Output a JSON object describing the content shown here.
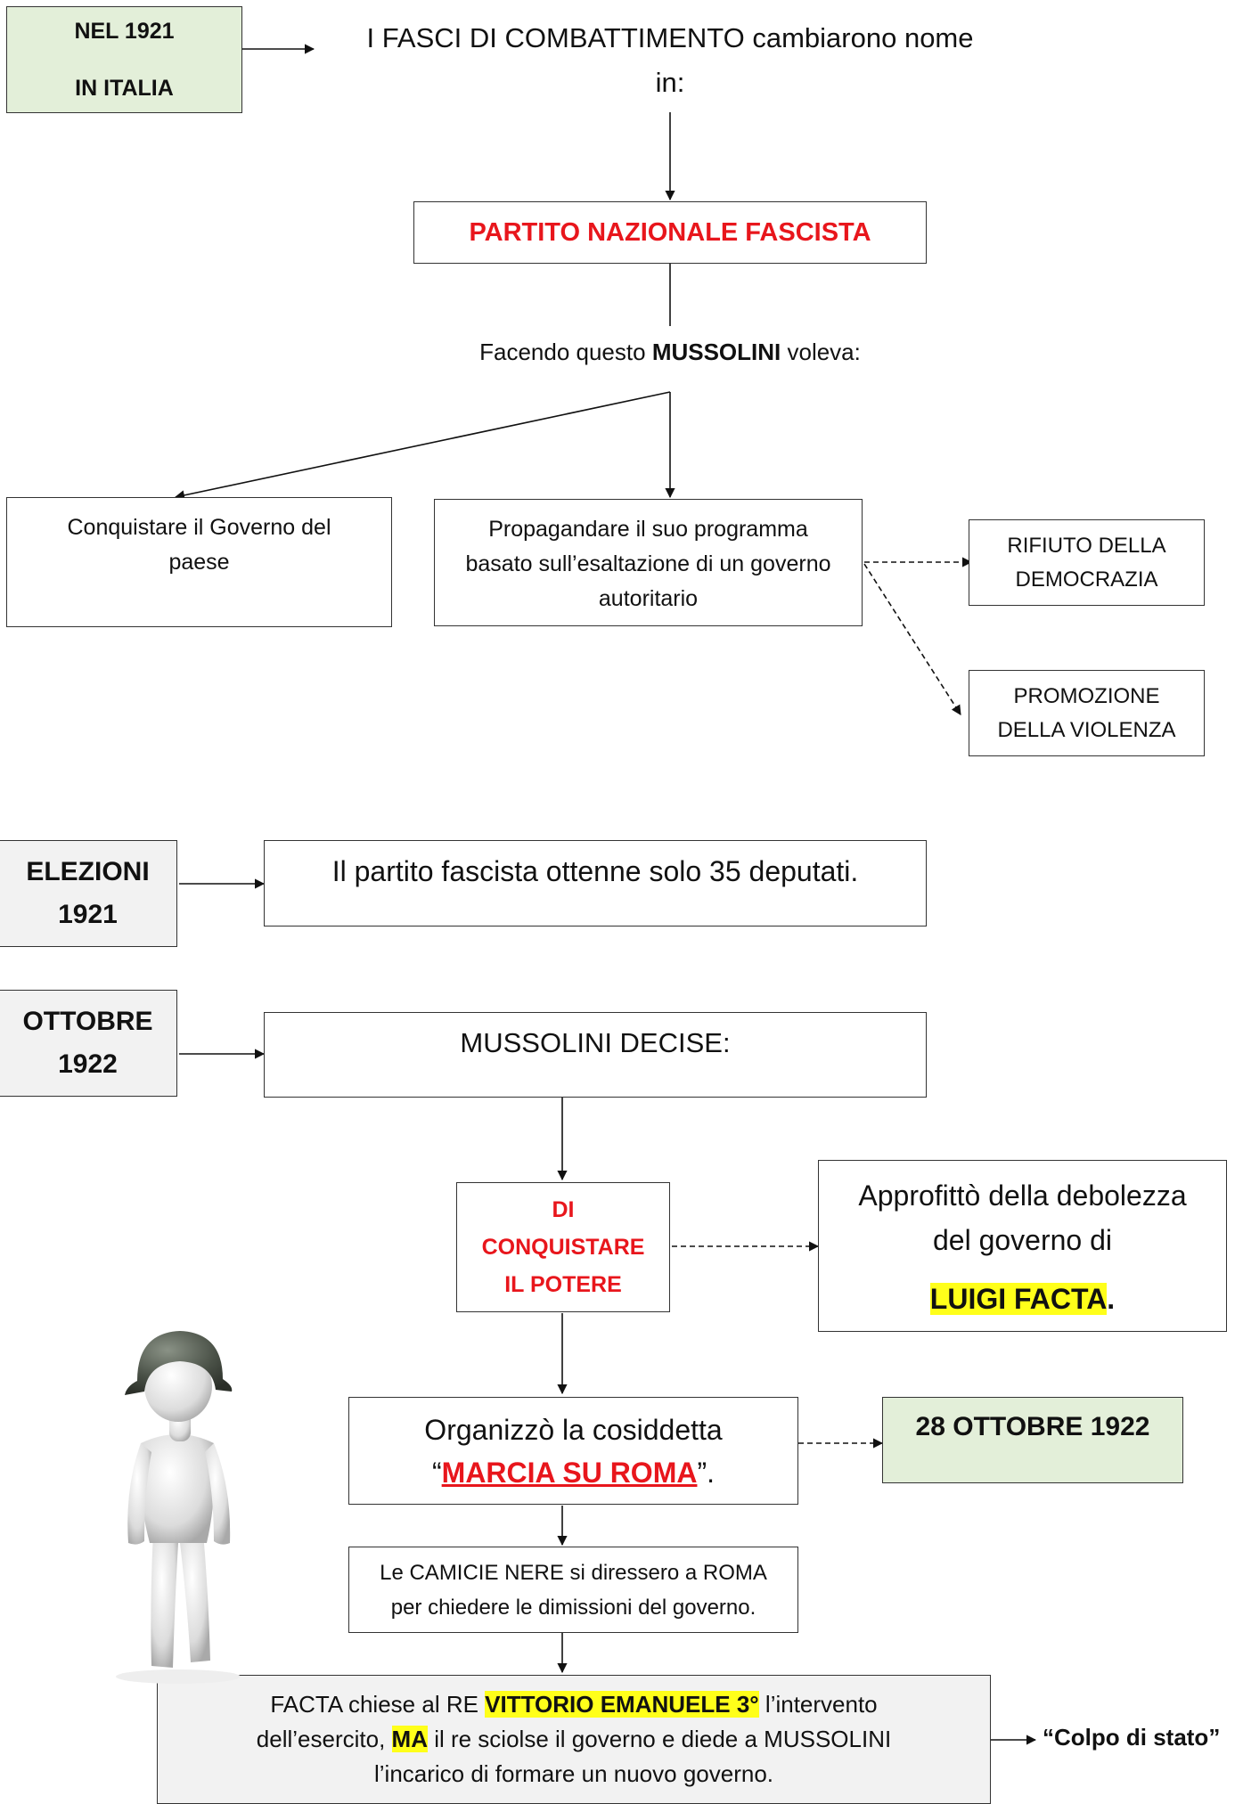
{
  "top": {
    "year_box": {
      "line1": "NEL 1921",
      "line2": "IN ITALIA"
    },
    "fasci_text": {
      "line1": "I FASCI DI COMBATTIMENTO cambiarono nome",
      "line2": "in:"
    },
    "party_name": "PARTITO NAZIONALE FASCISTA",
    "intent": {
      "pre": "Facendo questo ",
      "bold": "MUSSOLINI",
      "post": " voleva:"
    }
  },
  "goals": {
    "conquer": {
      "line1": "Conquistare il Governo del",
      "line2": "paese"
    },
    "propaganda": {
      "line1": "Propagandare il suo programma",
      "line2": "basato sull’esaltazione di un governo",
      "line3": "autoritario"
    },
    "reject": {
      "line1": "RIFIUTO DELLA",
      "line2": "DEMOCRAZIA"
    },
    "violence": {
      "line1": "PROMOZIONE",
      "line2": "DELLA VIOLENZA"
    }
  },
  "elections": {
    "label": {
      "line1": "ELEZIONI",
      "line2": "1921"
    },
    "result": "Il partito fascista ottenne solo 35 deputati."
  },
  "october": {
    "label": {
      "line1": "OTTOBRE",
      "line2": "1922"
    },
    "decided": "MUSSOLINI DECISE:",
    "conquer_power": {
      "line1": "DI",
      "line2": "CONQUISTARE",
      "line3": "IL POTERE"
    },
    "weakness": {
      "line1": "Approfittò della debolezza",
      "line2": "del governo di",
      "name": "LUIGI FACTA",
      "dot": "."
    },
    "march": {
      "line1": "Organizzò la cosiddetta",
      "open_quote": "“",
      "name": "MARCIA SU ROMA",
      "close_quote": "”."
    },
    "date": "28 OTTOBRE 1922",
    "black_shirts": {
      "line1": "Le CAMICIE NERE si diressero a ROMA",
      "line2": "per chiedere le dimissioni del governo."
    },
    "facta": {
      "l1_pre": "FACTA chiese al RE ",
      "l1_hl": "VITTORIO EMANUELE 3°",
      "l1_post": " l’intervento",
      "l2_pre": "dell’esercito, ",
      "l2_hl": "MA",
      "l2_post": " il re sciolse il governo e diede a MUSSOLINI",
      "l3": "l’incarico di formare un nuovo governo."
    },
    "coup": "“Colpo di stato”"
  },
  "colors": {
    "red": "#e8161c",
    "highlight": "#ffff1a",
    "green_box": "#e3efd9",
    "grey_box": "#f2f2f2"
  },
  "icons": {
    "figure": "soldier-figure-with-helmet"
  }
}
